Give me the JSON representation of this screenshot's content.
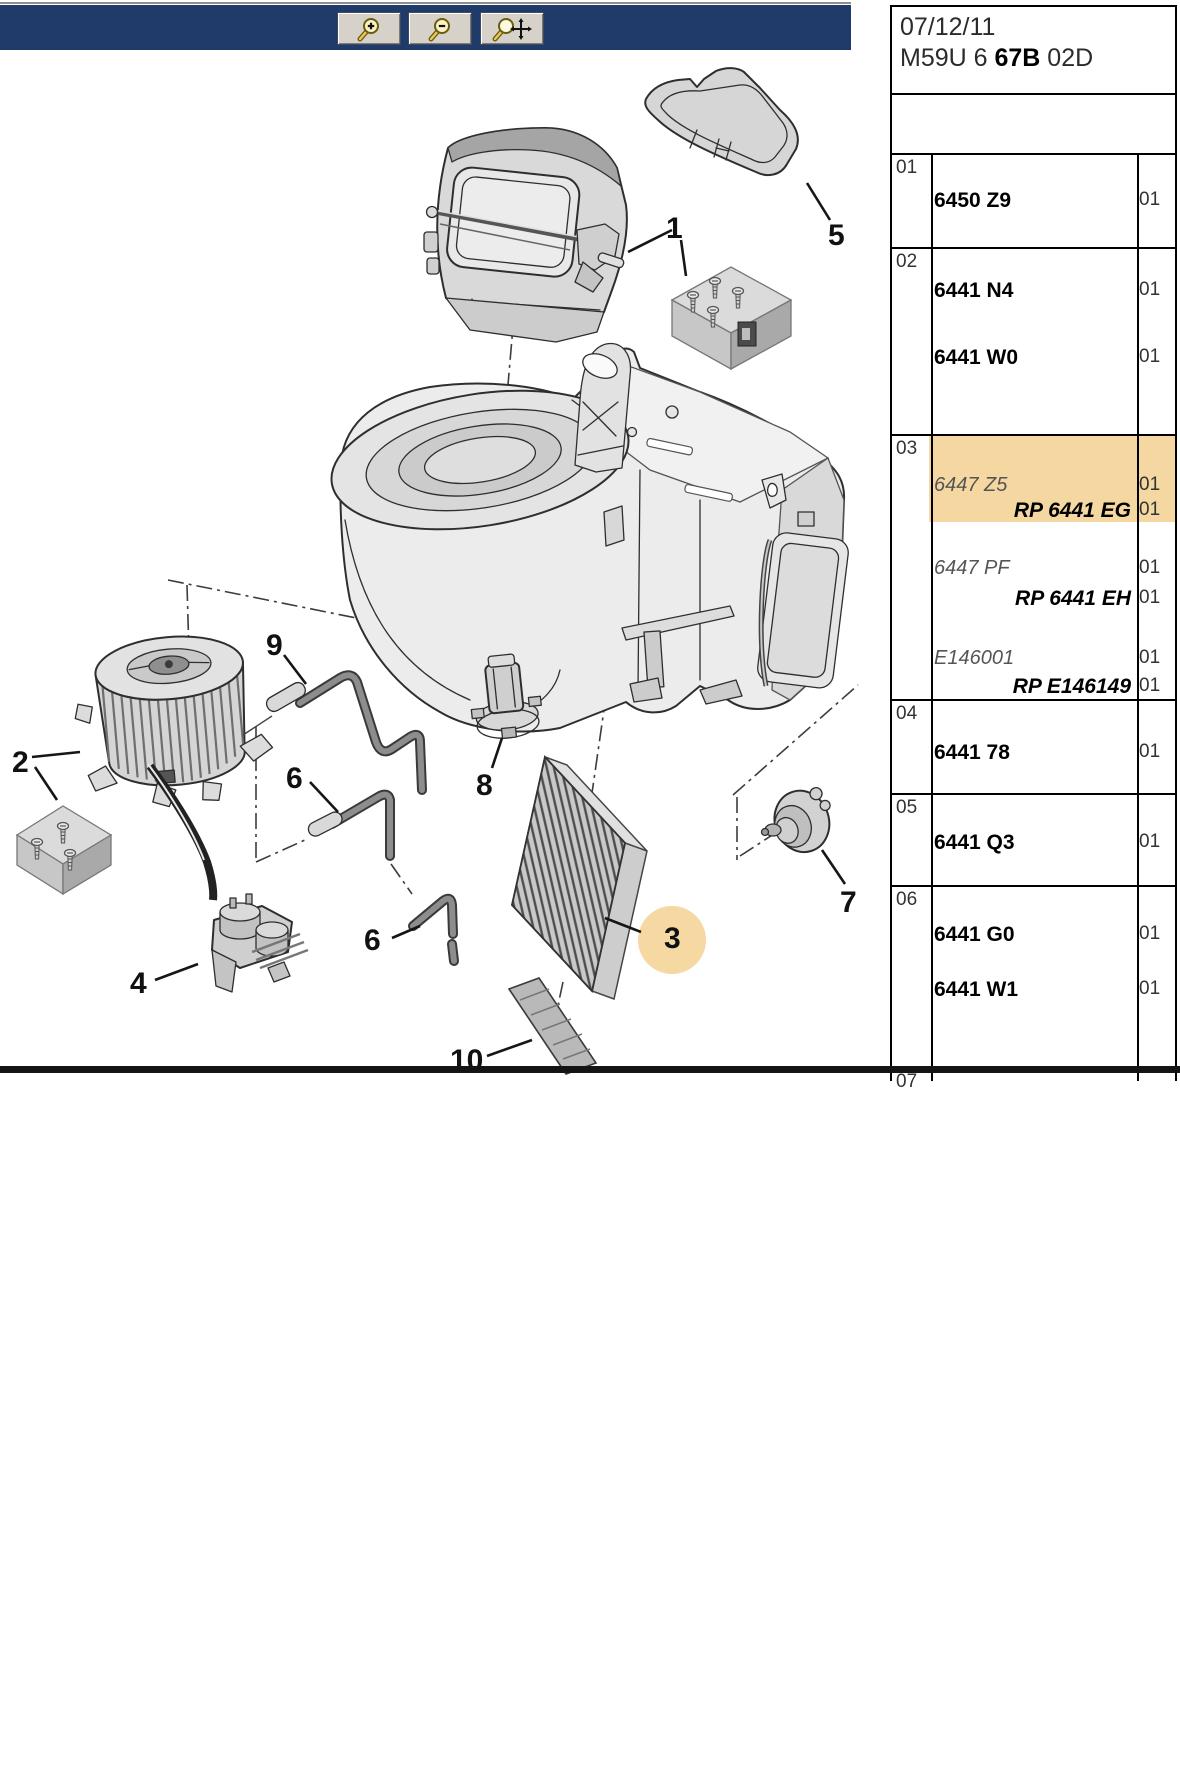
{
  "toolbar": {
    "buttons": [
      {
        "icon": "zoom-in-icon"
      },
      {
        "icon": "zoom-out-icon"
      },
      {
        "icon": "zoom-pan-icon"
      }
    ],
    "bar_color": "#203a69",
    "button_color": "#d6d2c9"
  },
  "panel": {
    "date": "07/12/11",
    "ref": {
      "pre": "M59U 6 ",
      "bold": "67B",
      "post": " 02D"
    },
    "highlight_color": "#f5d7a1",
    "rows": [
      {
        "num": "01",
        "lines": [
          {
            "text": "6450 Z9",
            "qty": "01"
          }
        ]
      },
      {
        "num": "02",
        "lines": [
          {
            "text": "6441 N4",
            "qty": "01"
          },
          {
            "text": "6441 W0",
            "qty": "01"
          }
        ]
      },
      {
        "num": "03",
        "highlighted": true,
        "lines": [
          {
            "text": "6447 Z5",
            "qty": "01"
          },
          {
            "text": "RP 6441 EG",
            "qty": "01"
          },
          {
            "text": "6447 PF",
            "qty": "01"
          },
          {
            "text": "RP 6441 EH",
            "qty": "01"
          },
          {
            "text": "E146001",
            "qty": "01"
          },
          {
            "text": "RP E146149",
            "qty": "01"
          }
        ]
      },
      {
        "num": "04",
        "lines": [
          {
            "text": "6441 78",
            "qty": "01"
          }
        ]
      },
      {
        "num": "05",
        "lines": [
          {
            "text": "6441 Q3",
            "qty": "01"
          }
        ]
      },
      {
        "num": "06",
        "lines": [
          {
            "text": "6441 G0",
            "qty": "01"
          },
          {
            "text": "6441 W1",
            "qty": "01"
          }
        ]
      },
      {
        "num": "07",
        "lines": []
      }
    ]
  },
  "diagram": {
    "callouts": [
      "1",
      "2",
      "3",
      "4",
      "5",
      "6",
      "6",
      "7",
      "8",
      "9",
      "10"
    ],
    "highlighted_callout": "3"
  }
}
